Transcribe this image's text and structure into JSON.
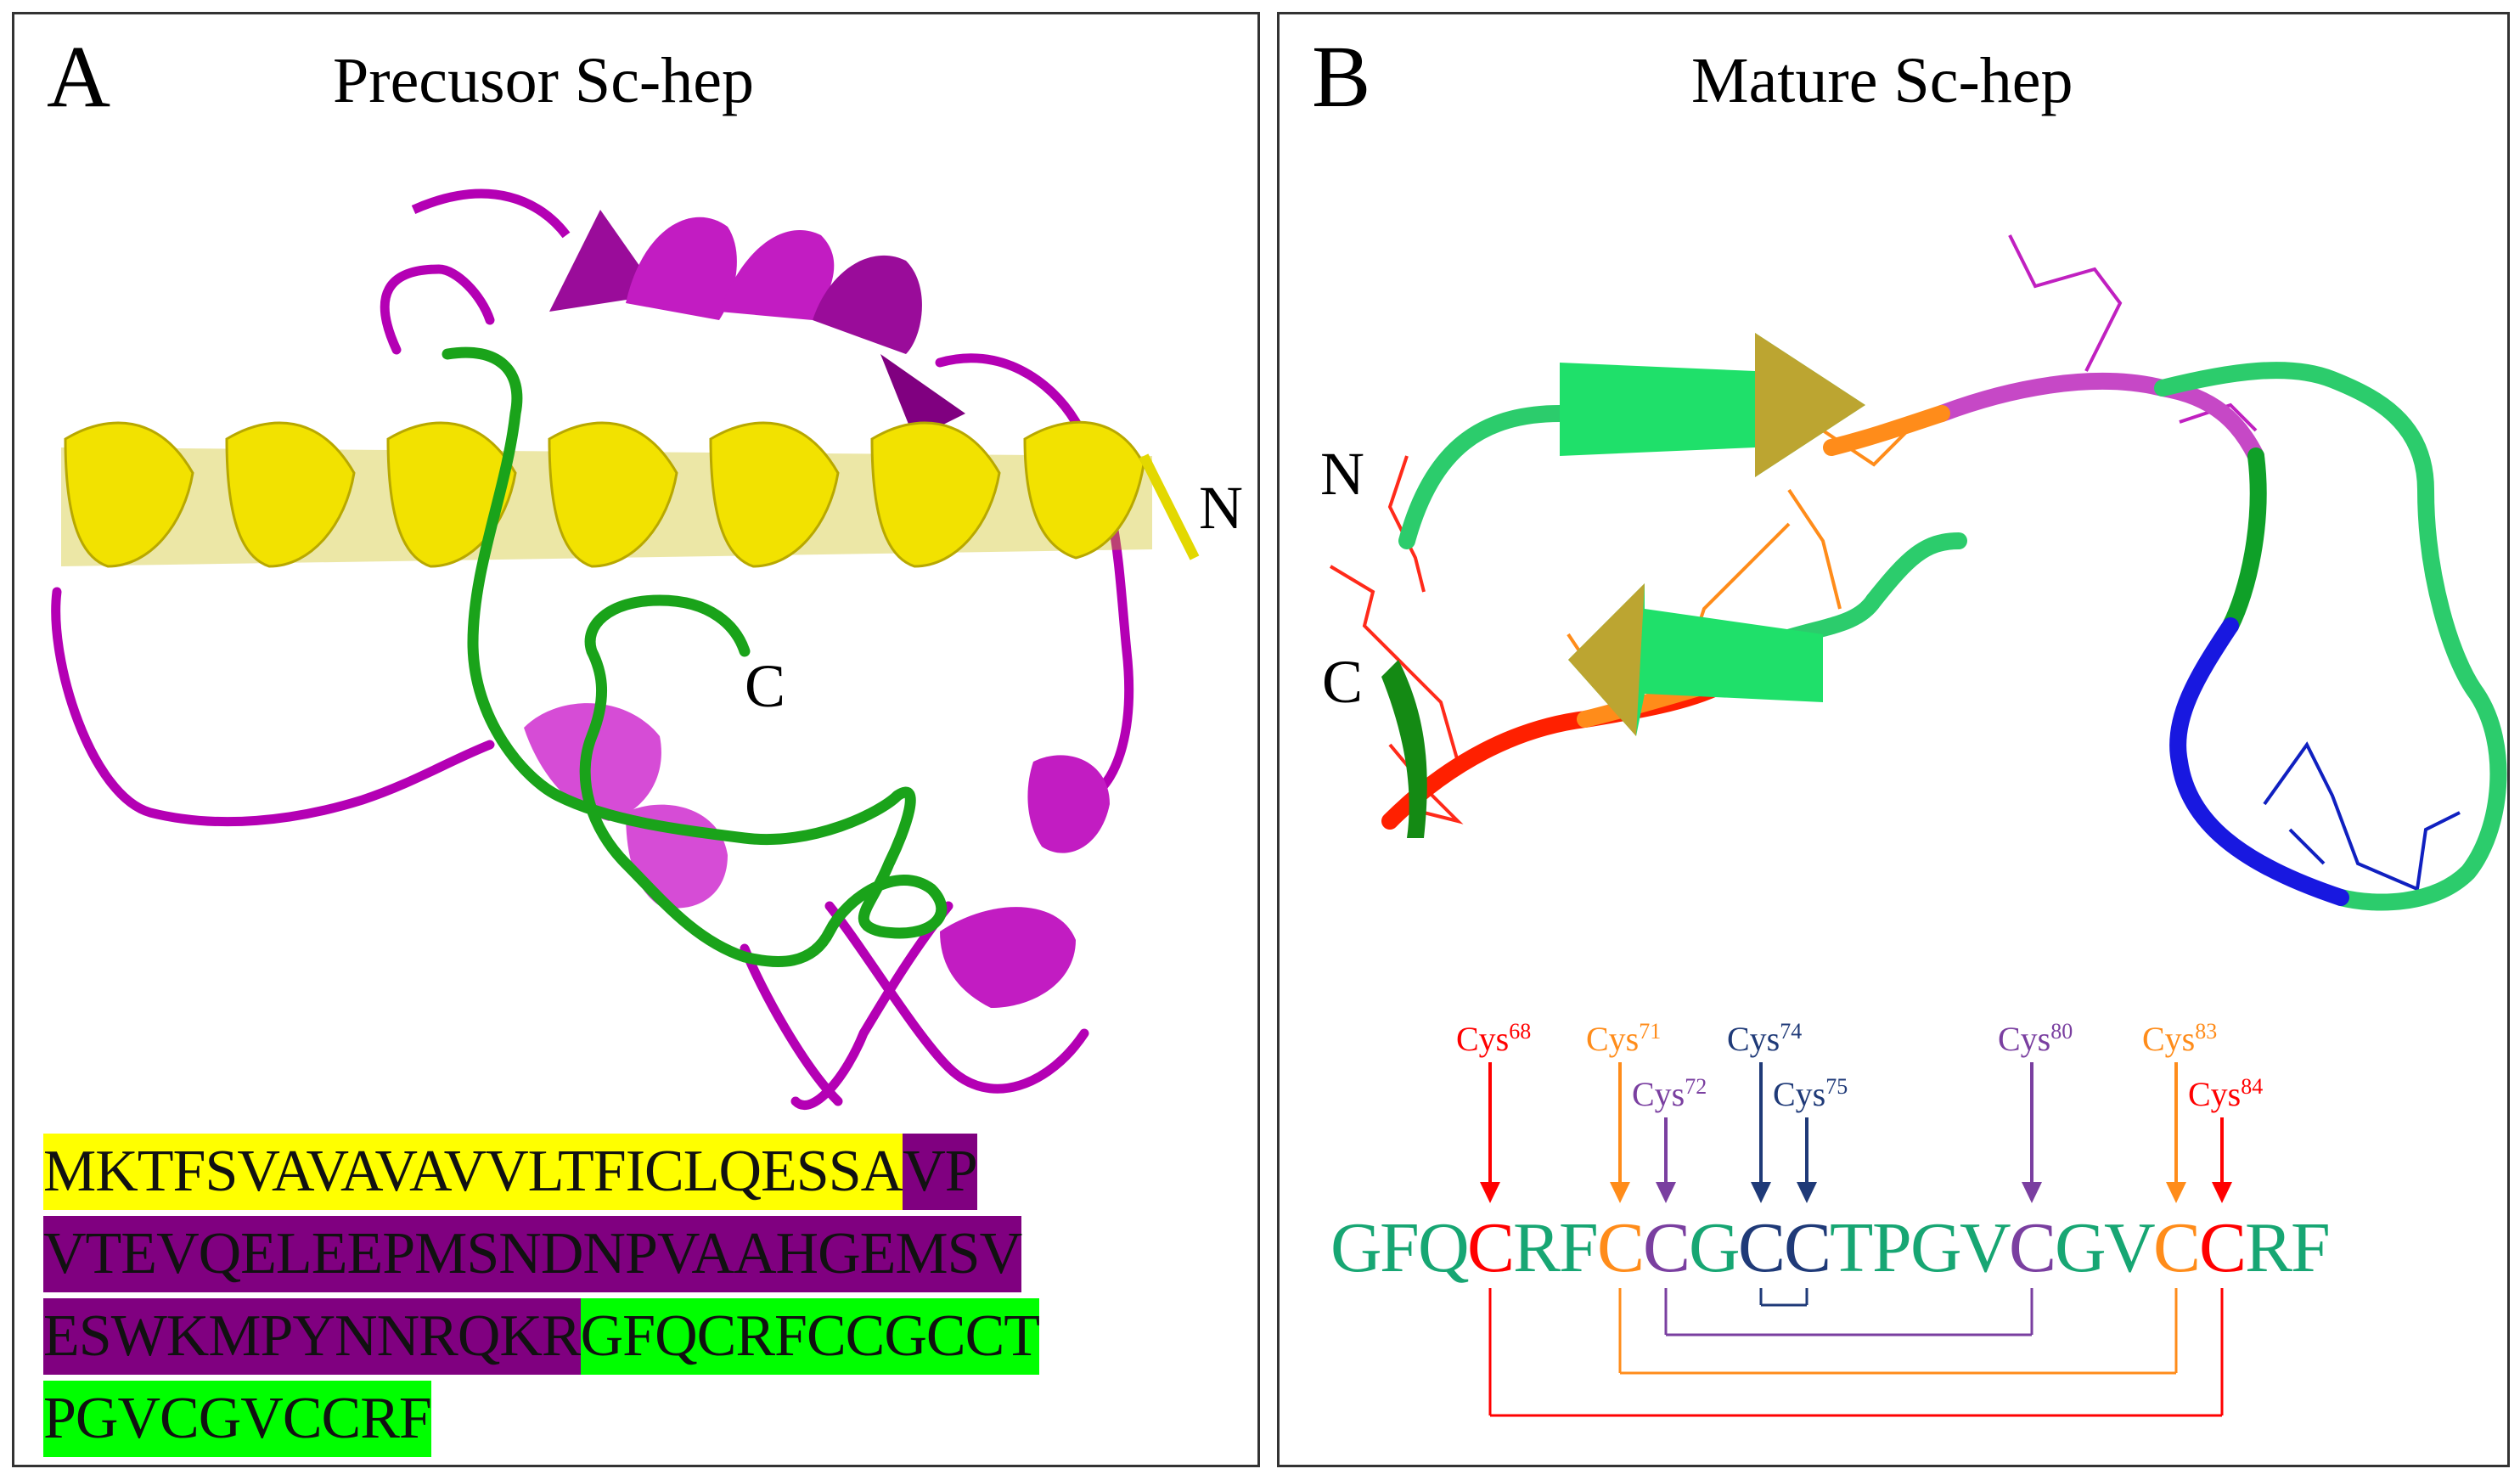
{
  "panel_a": {
    "label": "A",
    "title": "Precusor Sc-hep",
    "n_label": "N",
    "c_label": "C",
    "sequence_lines": [
      [
        {
          "text": "MKTFSVAVAVAVVLTFICLQESSA",
          "color": "yellow"
        },
        {
          "text": "VP",
          "color": "purple"
        }
      ],
      [
        {
          "text": "VTEVQELEEPMSNDNPVAAHGEMSV",
          "color": "purple"
        }
      ],
      [
        {
          "text": "ESWKMPYNNRQKR",
          "color": "purple"
        },
        {
          "text": "GFQCRFCCGCCT",
          "color": "green"
        }
      ],
      [
        {
          "text": "PGVCGVCCRF",
          "color": "green"
        }
      ]
    ]
  },
  "panel_b": {
    "label": "B",
    "title": "Mature Sc-hep",
    "n_label": "N",
    "c_label": "C",
    "sequence": [
      {
        "t": "G",
        "c": "#17a673"
      },
      {
        "t": "F",
        "c": "#17a673"
      },
      {
        "t": "Q",
        "c": "#17a673"
      },
      {
        "t": "C",
        "c": "#ff0000"
      },
      {
        "t": "R",
        "c": "#17a673"
      },
      {
        "t": "F",
        "c": "#17a673"
      },
      {
        "t": "C",
        "c": "#ff8c1a"
      },
      {
        "t": "C",
        "c": "#7a3fa0"
      },
      {
        "t": "G",
        "c": "#17a673"
      },
      {
        "t": "C",
        "c": "#1f3a78"
      },
      {
        "t": "C",
        "c": "#1f3a78"
      },
      {
        "t": "T",
        "c": "#17a673"
      },
      {
        "t": "P",
        "c": "#17a673"
      },
      {
        "t": "G",
        "c": "#17a673"
      },
      {
        "t": "V",
        "c": "#17a673"
      },
      {
        "t": "C",
        "c": "#7a3fa0"
      },
      {
        "t": "G",
        "c": "#17a673"
      },
      {
        "t": "V",
        "c": "#17a673"
      },
      {
        "t": "C",
        "c": "#ff8c1a"
      },
      {
        "t": "C",
        "c": "#ff0000"
      },
      {
        "t": "R",
        "c": "#17a673"
      },
      {
        "t": "F",
        "c": "#17a673"
      }
    ],
    "cys_labels": [
      {
        "base": "Cys",
        "num": "68",
        "color": "#ff0000"
      },
      {
        "base": "Cys",
        "num": "71",
        "color": "#ff8c1a"
      },
      {
        "base": "Cys",
        "num": "72",
        "color": "#7a3fa0"
      },
      {
        "base": "Cys",
        "num": "74",
        "color": "#1f3a78"
      },
      {
        "base": "Cys",
        "num": "75",
        "color": "#1f3a78"
      },
      {
        "base": "Cys",
        "num": "80",
        "color": "#7a3fa0"
      },
      {
        "base": "Cys",
        "num": "83",
        "color": "#ff8c1a"
      },
      {
        "base": "Cys",
        "num": "84",
        "color": "#ff0000"
      }
    ]
  },
  "colors": {
    "yellow": "#ffff00",
    "purple": "#800080",
    "green": "#00ff00",
    "helix_magenta": "#b800b8",
    "loop_green": "#1aa31a",
    "helix_yellow": "#e3d800"
  }
}
